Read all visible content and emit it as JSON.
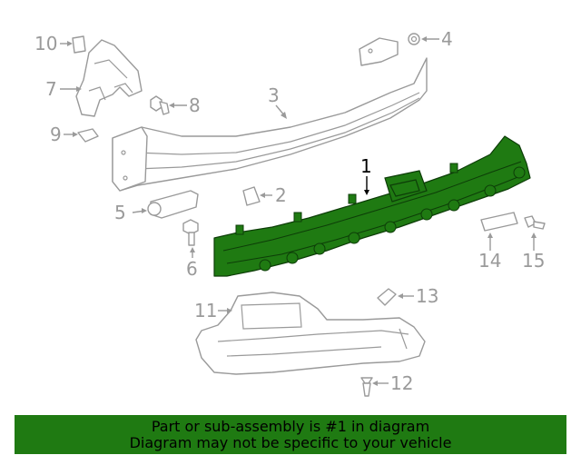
{
  "colors": {
    "highlight": "#1f7a12",
    "outline": "#9a9a9a",
    "main_callout": "#000000"
  },
  "callouts": {
    "c1": "1",
    "c2": "2",
    "c3": "3",
    "c4": "4",
    "c5": "5",
    "c6": "6",
    "c7": "7",
    "c8": "8",
    "c9": "9",
    "c10": "10",
    "c11": "11",
    "c12": "12",
    "c13": "13",
    "c14": "14",
    "c15": "15"
  },
  "footer": {
    "line1": "Part or sub-assembly is #1 in diagram",
    "line2": "Diagram may not be specific to your vehicle"
  }
}
